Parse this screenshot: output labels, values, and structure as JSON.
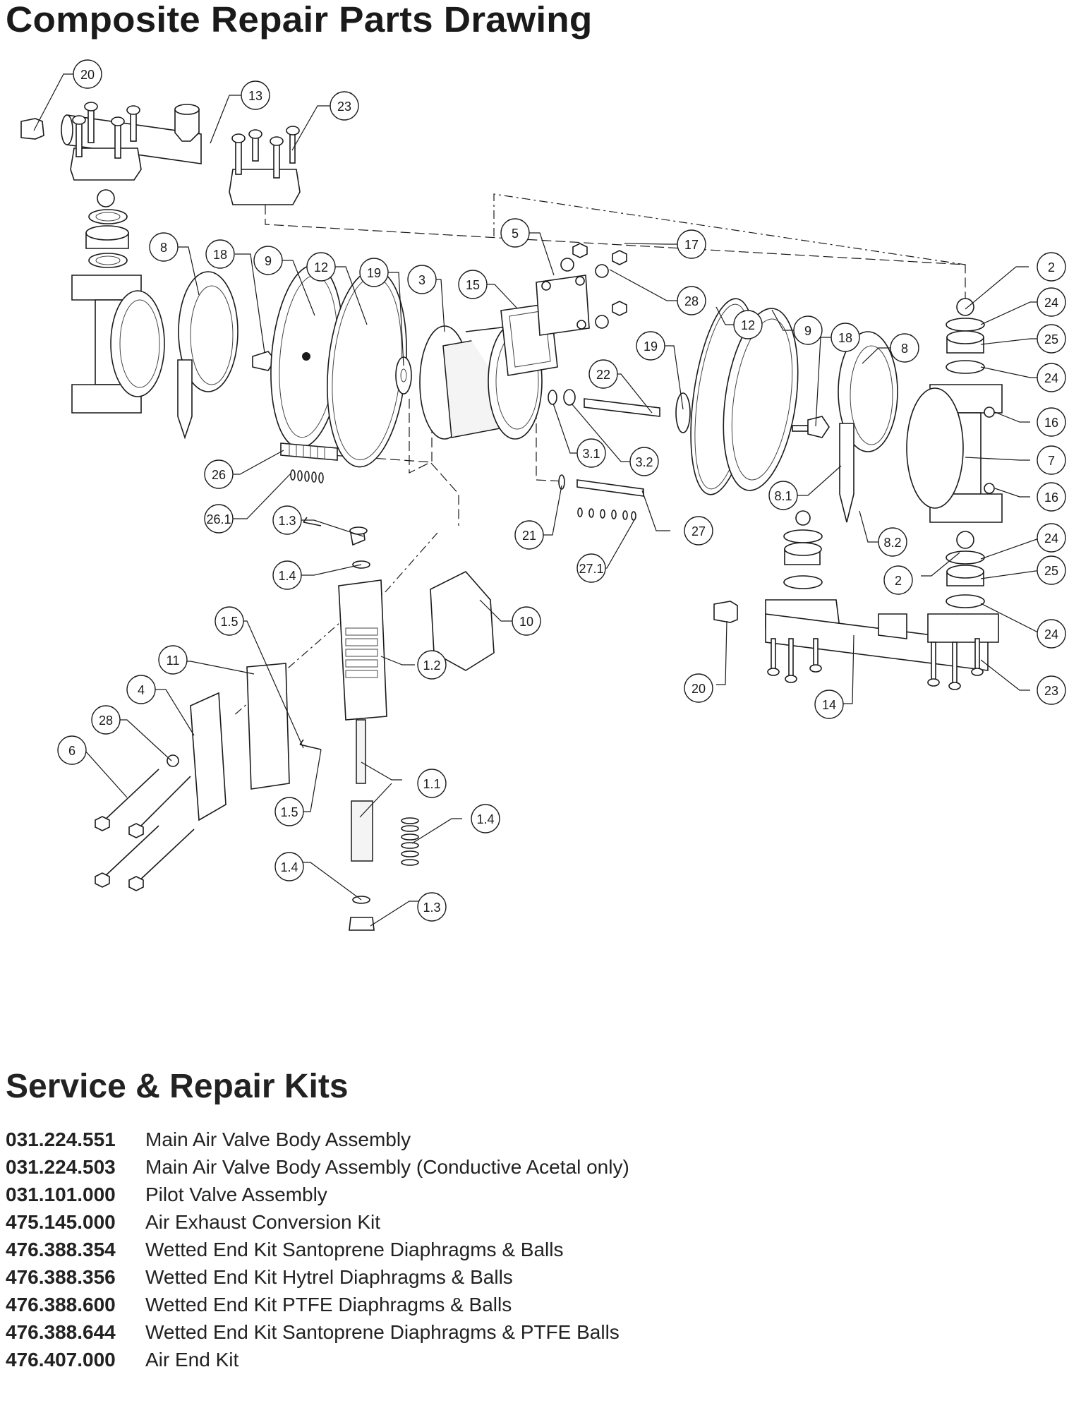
{
  "drawing": {
    "title": "Composite Repair Parts Drawing",
    "callouts": [
      {
        "id": "c20a",
        "label": "20"
      },
      {
        "id": "c13",
        "label": "13"
      },
      {
        "id": "c23a",
        "label": "23"
      },
      {
        "id": "c8a",
        "label": "8"
      },
      {
        "id": "c18a",
        "label": "18"
      },
      {
        "id": "c9a",
        "label": "9"
      },
      {
        "id": "c12a",
        "label": "12"
      },
      {
        "id": "c19a",
        "label": "19"
      },
      {
        "id": "c3",
        "label": "3"
      },
      {
        "id": "c15",
        "label": "15"
      },
      {
        "id": "c5",
        "label": "5"
      },
      {
        "id": "c17",
        "label": "17"
      },
      {
        "id": "c28a",
        "label": "28"
      },
      {
        "id": "c2a",
        "label": "2"
      },
      {
        "id": "c24a",
        "label": "24"
      },
      {
        "id": "c25a",
        "label": "25"
      },
      {
        "id": "c24b",
        "label": "24"
      },
      {
        "id": "c16a",
        "label": "16"
      },
      {
        "id": "c7",
        "label": "7"
      },
      {
        "id": "c16b",
        "label": "16"
      },
      {
        "id": "c12b",
        "label": "12"
      },
      {
        "id": "c9b",
        "label": "9"
      },
      {
        "id": "c18b",
        "label": "18"
      },
      {
        "id": "c8b",
        "label": "8"
      },
      {
        "id": "c19b",
        "label": "19"
      },
      {
        "id": "c22",
        "label": "22"
      },
      {
        "id": "c31",
        "label": "3.1"
      },
      {
        "id": "c32",
        "label": "3.2"
      },
      {
        "id": "c81",
        "label": "8.1"
      },
      {
        "id": "c82",
        "label": "8.2"
      },
      {
        "id": "c26",
        "label": "26"
      },
      {
        "id": "c261",
        "label": "26.1"
      },
      {
        "id": "c13b",
        "label": "1.3"
      },
      {
        "id": "c14a",
        "label": "1.4"
      },
      {
        "id": "c10",
        "label": "10"
      },
      {
        "id": "c21",
        "label": "21"
      },
      {
        "id": "c27",
        "label": "27"
      },
      {
        "id": "c271",
        "label": "27.1"
      },
      {
        "id": "c2b",
        "label": "2"
      },
      {
        "id": "c24c",
        "label": "24"
      },
      {
        "id": "c25b",
        "label": "25"
      },
      {
        "id": "c24d",
        "label": "24"
      },
      {
        "id": "c23b",
        "label": "23"
      },
      {
        "id": "c20b",
        "label": "20"
      },
      {
        "id": "c14",
        "label": "14"
      },
      {
        "id": "c15a",
        "label": "1.5"
      },
      {
        "id": "c12c",
        "label": "1.2"
      },
      {
        "id": "c11",
        "label": "11"
      },
      {
        "id": "c4",
        "label": "4"
      },
      {
        "id": "c28b",
        "label": "28"
      },
      {
        "id": "c6",
        "label": "6"
      },
      {
        "id": "c11b",
        "label": "1.1"
      },
      {
        "id": "c15b",
        "label": "1.5"
      },
      {
        "id": "c14b",
        "label": "1.4"
      },
      {
        "id": "c14c",
        "label": "1.4"
      },
      {
        "id": "c13c",
        "label": "1.3"
      }
    ]
  },
  "kits": {
    "title": "Service & Repair Kits",
    "items": [
      {
        "number": "031.224.551",
        "description": "Main Air Valve Body Assembly"
      },
      {
        "number": "031.224.503",
        "description": "Main Air Valve Body Assembly (Conductive Acetal only)"
      },
      {
        "number": "031.101.000",
        "description": "Pilot Valve Assembly"
      },
      {
        "number": "475.145.000",
        "description": "Air Exhaust Conversion Kit"
      },
      {
        "number": "476.388.354",
        "description": "Wetted End Kit Santoprene Diaphragms & Balls"
      },
      {
        "number": "476.388.356",
        "description": "Wetted End Kit Hytrel Diaphragms & Balls"
      },
      {
        "number": "476.388.600",
        "description": "Wetted End Kit PTFE Diaphragms & Balls"
      },
      {
        "number": "476.388.644",
        "description": "Wetted End Kit Santoprene Diaphragms & PTFE Balls"
      },
      {
        "number": "476.407.000",
        "description": "Air End Kit"
      }
    ]
  }
}
